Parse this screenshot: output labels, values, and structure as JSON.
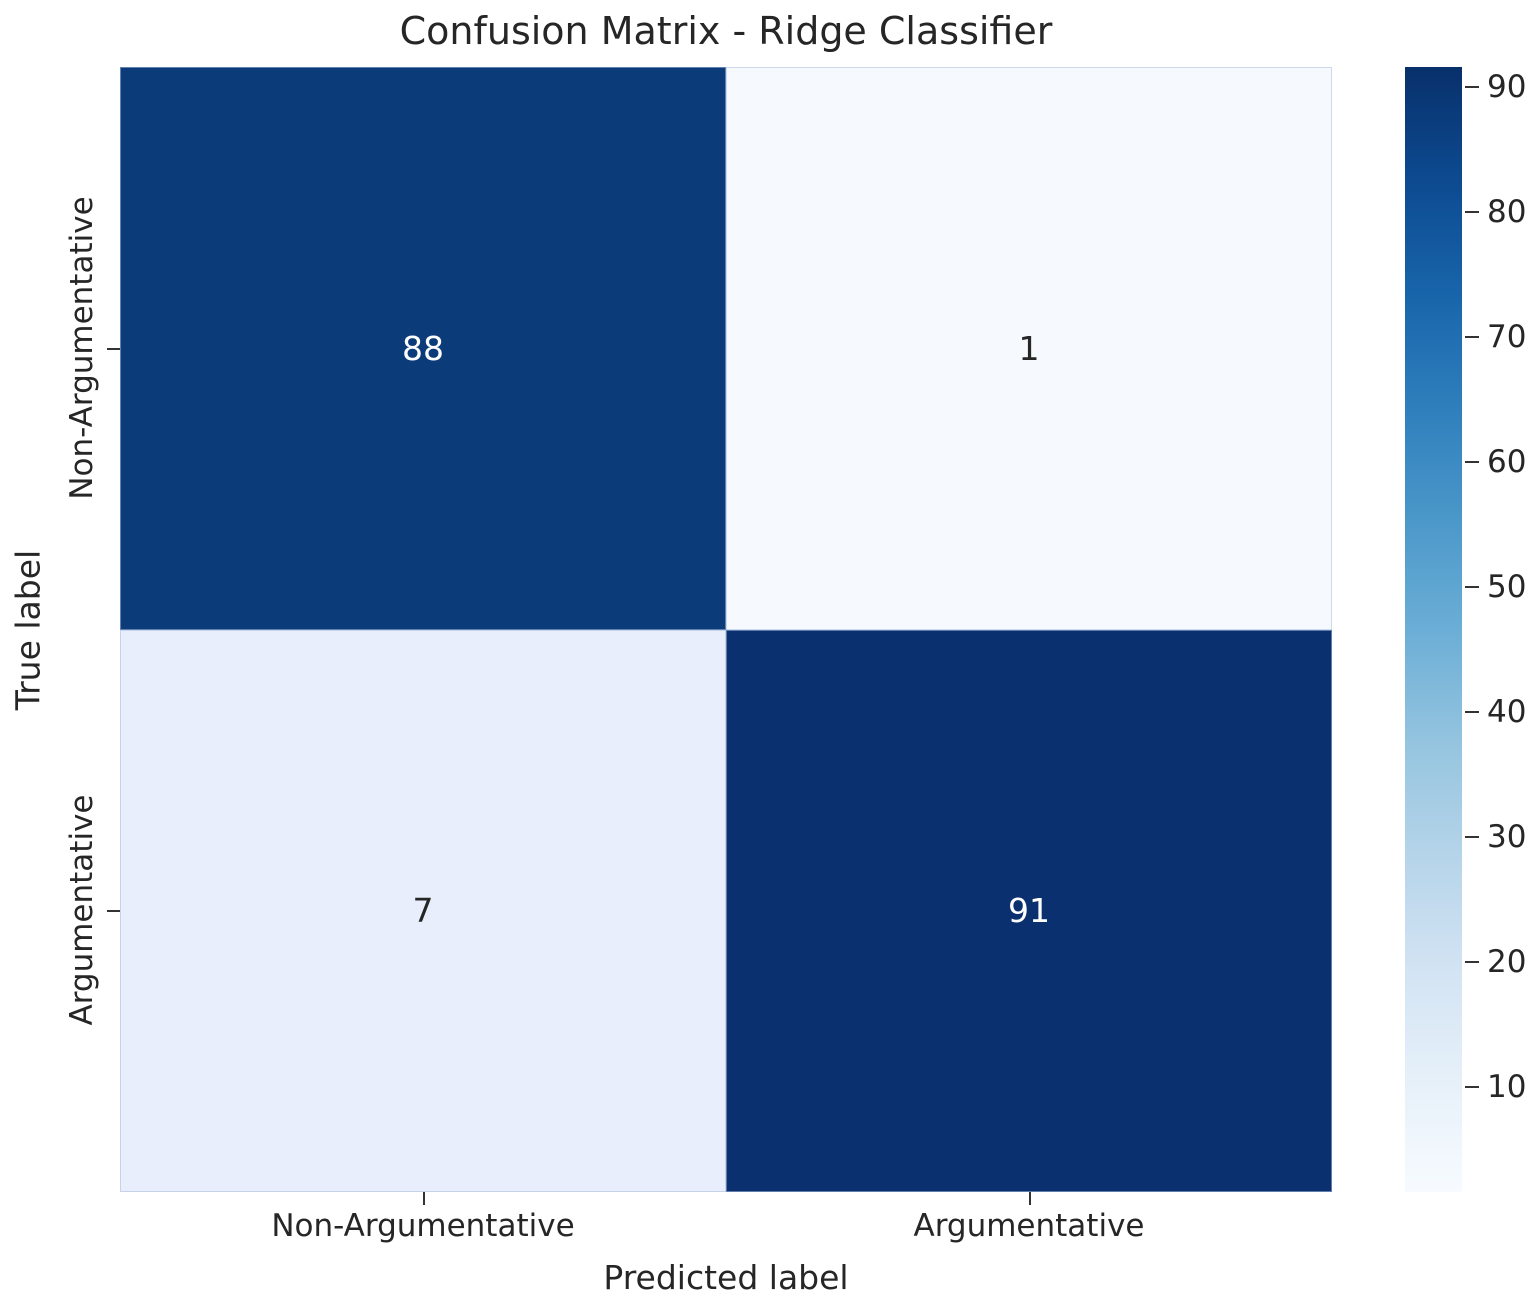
{
  "chart_data": {
    "type": "heatmap",
    "subtype": "confusion-matrix",
    "title": "Confusion Matrix - Ridge Classifier",
    "xlabel": "Predicted label",
    "ylabel": "True label",
    "categories_x": [
      "Non-Argumentative",
      "Argumentative"
    ],
    "categories_y": [
      "Non-Argumentative",
      "Argumentative"
    ],
    "matrix": [
      [
        88,
        1
      ],
      [
        7,
        91
      ]
    ],
    "cells": [
      {
        "row": 0,
        "col": 0,
        "value": 88,
        "text": "88",
        "bg": "#0c3b7a",
        "fg": "#ffffff"
      },
      {
        "row": 0,
        "col": 1,
        "value": 1,
        "text": "1",
        "bg": "#f6f9fe",
        "fg": "#262626"
      },
      {
        "row": 1,
        "col": 0,
        "value": 7,
        "text": "7",
        "bg": "#e8eefb",
        "fg": "#262626"
      },
      {
        "row": 1,
        "col": 1,
        "value": 91,
        "text": "91",
        "bg": "#0a3070",
        "fg": "#ffffff"
      }
    ],
    "colorbar": {
      "ticks": [
        10,
        20,
        30,
        40,
        50,
        60,
        70,
        80,
        90
      ],
      "tick_labels": [
        "10",
        "20",
        "30",
        "40",
        "50",
        "60",
        "70",
        "80",
        "90"
      ],
      "vmin": 1,
      "vmax": 91,
      "colormap": "Blues",
      "position": "right",
      "orientation": "vertical"
    },
    "grid": false,
    "annotations": true
  },
  "axes": {
    "title": "Confusion Matrix - Ridge Classifier",
    "x_title": "Predicted label",
    "y_title": "True label",
    "x_ticks": [
      "Non-Argumentative",
      "Argumentative"
    ],
    "y_ticks": [
      "Non-Argumentative",
      "Argumentative"
    ]
  },
  "colors": {
    "dark_blue": "#0c3b7a",
    "deep_navy": "#0a3070",
    "pale_blue": "#e8eefb",
    "near_white_blue": "#f6f9fe",
    "text": "#262626",
    "background": "#ffffff"
  }
}
